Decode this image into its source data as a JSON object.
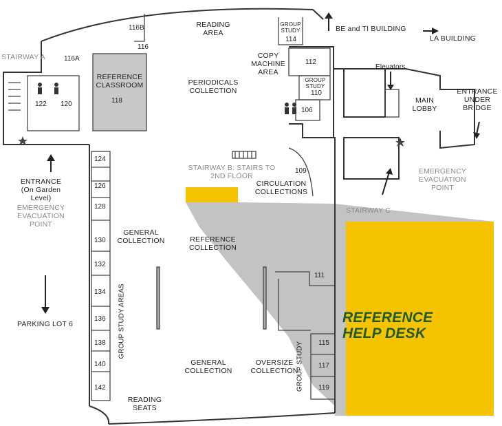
{
  "colors": {
    "highlight": "#f5c300",
    "shadow": "#b8b8b8",
    "callout_text": "#1f5a2a",
    "wall": "#333333"
  },
  "callout": {
    "line1": "REFERENCE",
    "line2": "HELP DESK"
  },
  "labels": {
    "stairway_a": "STAIRWAY A",
    "ref_classroom_1": "REFERENCE",
    "ref_classroom_2": "CLASSROOM",
    "reading_area_1": "READING",
    "reading_area_2": "AREA",
    "periodicals_1": "PERIODICALS",
    "periodicals_2": "COLLECTION",
    "group_study_1": "GROUP",
    "group_study_2": "STUDY",
    "be_ti": "BE and TI BUILDING",
    "la_building": "LA BUILDING",
    "copy_1": "COPY",
    "copy_2": "MACHINE",
    "copy_3": "AREA",
    "elevators": "Elevators",
    "main_lobby_1": "MAIN",
    "main_lobby_2": "LOBBY",
    "entrance_bridge_1": "ENTRANCE",
    "entrance_bridge_2": "UNDER",
    "entrance_bridge_3": "BRIDGE",
    "entrance_garden_1": "ENTRANCE",
    "entrance_garden_2": "(On Garden",
    "entrance_garden_3": "Level)",
    "evac_left_1": "EMERGENCY",
    "evac_left_2": "EVACUATION",
    "evac_left_3": "POINT",
    "evac_right_1": "EMERGENCY",
    "evac_right_2": "EVACUATION",
    "evac_right_3": "POINT",
    "stairway_b_1": "STAIRWAY B: STAIRS TO",
    "stairway_b_2": "2ND FLOOR",
    "circulation_1": "CIRCULATION",
    "circulation_2": "COLLECTIONS",
    "stairway_c": "STAIRWAY C",
    "general_top_1": "GENERAL",
    "general_top_2": "COLLECTION",
    "reference_coll_1": "REFERENCE",
    "reference_coll_2": "COLLECTION",
    "group_study_areas": "GROUP STUDY AREAS",
    "group_study_vert": "GROUP STUDY",
    "parking": "PARKING LOT 6",
    "general_bottom_1": "GENERAL",
    "general_bottom_2": "COLLECTION",
    "oversize_1": "OVERSIZE",
    "oversize_2": "COLLECTION",
    "reading_seats_1": "READING",
    "reading_seats_2": "SEATS"
  },
  "rooms": {
    "r116b": "116B",
    "r116": "116",
    "r116a": "116A",
    "r118": "118",
    "r122": "122",
    "r120": "120",
    "r114": "114",
    "r112": "112",
    "r110": "110",
    "r106": "106",
    "r109": "109",
    "r111": "111",
    "r115": "115",
    "r117": "117",
    "r119": "119",
    "r124": "124",
    "r126": "126",
    "r128": "128",
    "r130": "130",
    "r132": "132",
    "r134": "134",
    "r136": "136",
    "r138": "138",
    "r140": "140",
    "r142": "142"
  }
}
